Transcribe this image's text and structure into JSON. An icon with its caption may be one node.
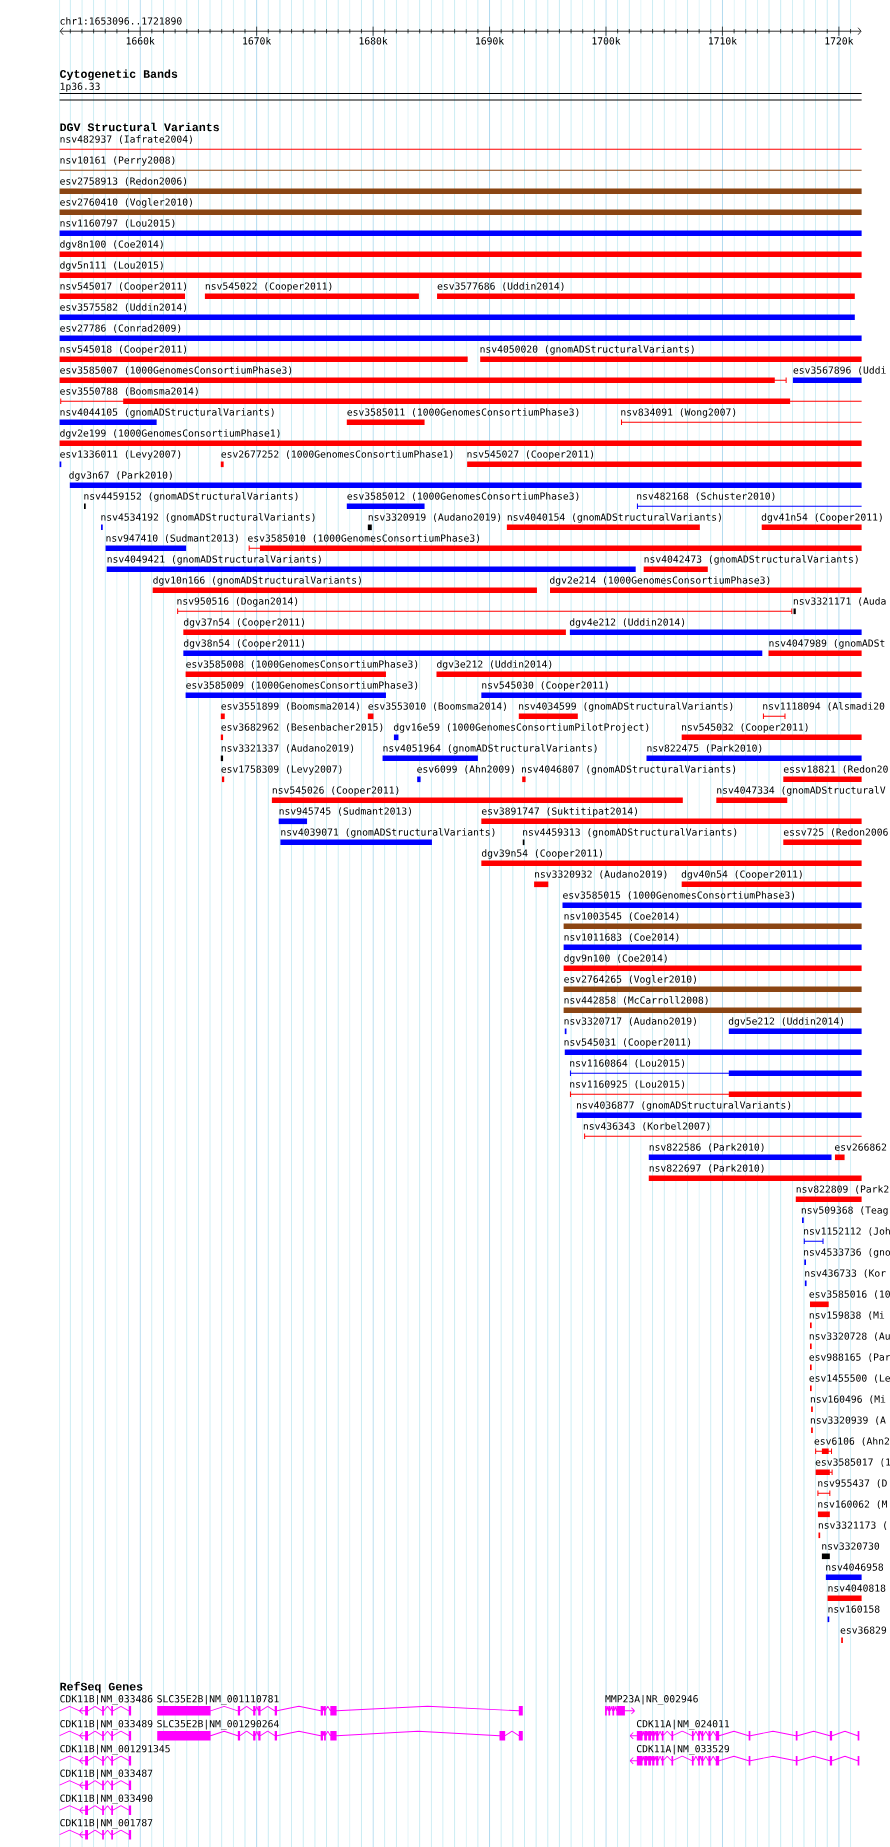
{
  "diagram": {
    "nodes": [
      {
        "text": [
          "1p36.33"
        ]
      },
      {
        "text": [
          "nsv482937 (Iafrate2004)"
        ]
      },
      {
        "text": [
          "nsv10161 (Perry2008)"
        ]
      },
      {
        "text": [
          "esv2758913 (Redon2006)"
        ]
      },
      {
        "text": [
          "esv2760410 (Vogler2010)"
        ]
      },
      {
        "text": [
          "nsv1160797 (Lou2015)"
        ]
      },
      {
        "text": [
          "dgv8n100 (Coe2014)"
        ]
      },
      {
        "text": [
          "dgv5n111 (Lou2015)"
        ]
      },
      {
        "text": [
          "nsv545017 (Cooper2011)"
        ]
      },
      {
        "text": [
          "nsv545022 (Cooper2011)"
        ]
      },
      {
        "text": [
          "esv3577686 (Uddin2014)"
        ]
      },
      {
        "text": [
          "esv3575582 (Uddin2014)"
        ]
      },
      {
        "text": [
          "esv27786 (Conrad2009)"
        ]
      },
      {
        "text": [
          "nsv545018 (Cooper2011)"
        ]
      },
      {
        "text": [
          "nsv4050020 (gnomADStructuralVariants)"
        ]
      },
      {
        "text": [
          "esv3585007 (1000GenomesConsortiumPhase3)"
        ]
      },
      {
        "text": [
          "esv3567896 (Uddi"
        ]
      },
      {
        "text": [
          "esv3550788 (Boomsma2014)"
        ]
      },
      {
        "text": [
          "nsv4044105 (gnomADStructuralVariants)"
        ]
      },
      {
        "text": [
          "esv3585011 (1000GenomesConsortiumPhase3)"
        ]
      },
      {
        "text": [
          "nsv834091 (Wong2007)"
        ]
      },
      {
        "text": [
          "dgv2e199 (1000GenomesConsortiumPhase1)"
        ]
      },
      {
        "text": [
          "esv1336011 (Levy2007)"
        ]
      },
      {
        "text": [
          "esv2677252 (1000GenomesConsortiumPhase1)"
        ]
      },
      {
        "text": [
          "nsv545027 (Cooper2011)"
        ]
      },
      {
        "text": [
          "dgv3n67 (Park2010)"
        ]
      },
      {
        "text": [
          "nsv4459152 (gnomADStructuralVariants)"
        ]
      },
      {
        "text": [
          "esv3585012 (1000GenomesConsortiumPhase3)"
        ]
      },
      {
        "text": [
          "nsv482168 (Schuster2010)"
        ]
      },
      {
        "text": [
          "nsv4534192 (gnomADStructuralVariants)"
        ]
      },
      {
        "text": [
          "nsv3320919 (Audano2019)"
        ]
      },
      {
        "text": [
          "nsv4040154 (gnomADStructuralVariants)"
        ]
      },
      {
        "text": [
          "dgv41n54 (Cooper2011)"
        ]
      },
      {
        "text": [
          "nsv947410 (Sudmant2013)"
        ]
      },
      {
        "text": [
          "esv3585010 (1000GenomesConsortiumPhase3)"
        ]
      },
      {
        "text": [
          "nsv4049421 (gnomADStructuralVariants)"
        ]
      },
      {
        "text": [
          "nsv4042473 (gnomADStructuralVariants)"
        ]
      },
      {
        "text": [
          "dgv10n166 (gnomADStructuralVariants)"
        ]
      },
      {
        "text": [
          "dgv2e214 (1000GenomesConsortiumPhase3)"
        ]
      },
      {
        "text": [
          "nsv950516 (Dogan2014)"
        ]
      },
      {
        "text": [
          "nsv3321171 (Auda"
        ]
      },
      {
        "text": [
          "dgv37n54 (Cooper2011)"
        ]
      },
      {
        "text": [
          "dgv4e212 (Uddin2014)"
        ]
      },
      {
        "text": [
          "dgv38n54 (Cooper2011)"
        ]
      },
      {
        "text": [
          "nsv4047989 (gnomADSt"
        ]
      },
      {
        "text": [
          "esv3585008 (1000GenomesConsortiumPhase3)"
        ]
      },
      {
        "text": [
          "dgv3e212 (Uddin2014)"
        ]
      },
      {
        "text": [
          "esv3585009 (1000GenomesConsortiumPhase3)"
        ]
      },
      {
        "text": [
          "nsv545030 (Cooper2011)"
        ]
      },
      {
        "text": [
          "esv3551899 (Boomsma2014)"
        ]
      },
      {
        "text": [
          "esv3553010 (Boomsma2014)"
        ]
      },
      {
        "text": [
          "nsv4034599 (gnomADStructuralVariants)"
        ]
      },
      {
        "text": [
          "nsv1118094 (Alsmadi20"
        ]
      },
      {
        "text": [
          "esv3682962 (Besenbacher2015)"
        ]
      },
      {
        "text": [
          "dgv16e59 (1000GenomesConsortiumPilotProject)"
        ]
      },
      {
        "text": [
          "nsv545032 (Cooper2011)"
        ]
      },
      {
        "text": [
          "nsv3321337 (Audano2019)"
        ]
      },
      {
        "text": [
          "nsv4051964 (gnomADStructuralVariants)"
        ]
      },
      {
        "text": [
          "nsv822475 (Park2010)"
        ]
      },
      {
        "text": [
          "esv1758309 (Levy2007)"
        ]
      },
      {
        "text": [
          "esv6099 (Ahn2009)"
        ]
      },
      {
        "text": [
          "nsv4046807 (gnomADStructuralVariants)"
        ]
      },
      {
        "text": [
          "essv18821 (Redon20"
        ]
      },
      {
        "text": [
          "nsv545026 (Cooper2011)"
        ]
      },
      {
        "text": [
          "nsv4047334 (gnomADStructuralV"
        ]
      },
      {
        "text": [
          "nsv945745 (Sudmant2013)"
        ]
      },
      {
        "text": [
          "esv3891747 (Suktitipat2014)"
        ]
      },
      {
        "text": [
          "nsv4039071 (gnomADStructuralVariants)"
        ]
      },
      {
        "text": [
          "nsv4459313 (gnomADStructuralVariants)"
        ]
      },
      {
        "text": [
          "essv725 (Redon2006"
        ]
      },
      {
        "text": [
          "dgv39n54 (Cooper2011)"
        ]
      },
      {
        "text": [
          "nsv3320932 (Audano2019)"
        ]
      },
      {
        "text": [
          "dgv40n54 (Cooper2011)"
        ]
      },
      {
        "text": [
          "esv3585015 (1000GenomesConsortiumPhase3)"
        ]
      },
      {
        "text": [
          "nsv1003545 (Coe2014)"
        ]
      },
      {
        "text": [
          "nsv1011683 (Coe2014)"
        ]
      },
      {
        "text": [
          "dgv9n100 (Coe2014)"
        ]
      },
      {
        "text": [
          "esv2764265 (Vogler2010)"
        ]
      },
      {
        "text": [
          "nsv442858 (McCarroll2008)"
        ]
      },
      {
        "text": [
          "nsv3320717 (Audano2019)"
        ]
      },
      {
        "text": [
          "dgv5e212 (Uddin2014)"
        ]
      },
      {
        "text": [
          "nsv545031 (Cooper2011)"
        ]
      },
      {
        "text": [
          "nsv1160864 (Lou2015)"
        ]
      },
      {
        "text": [
          "nsv1160925 (Lou2015)"
        ]
      },
      {
        "text": [
          "nsv4036877 (gnomADStructuralVariants)"
        ]
      },
      {
        "text": [
          "nsv436343 (Korbel2007)"
        ]
      },
      {
        "text": [
          "nsv822586 (Park2010)"
        ]
      },
      {
        "text": [
          "esv266862"
        ]
      },
      {
        "text": [
          "nsv822697 (Park2010)"
        ]
      },
      {
        "text": [
          "nsv822809 (Park2"
        ]
      },
      {
        "text": [
          "nsv509368 (Teag"
        ]
      },
      {
        "text": [
          "nsv1152112 (Joh"
        ]
      },
      {
        "text": [
          "nsv4533736 (gno"
        ]
      },
      {
        "text": [
          "nsv436733 (Kor"
        ]
      },
      {
        "text": [
          "esv3585016 (10"
        ]
      },
      {
        "text": [
          "nsv159838 (Mi"
        ]
      },
      {
        "text": [
          "nsv3320728 (Au"
        ]
      },
      {
        "text": [
          "esv988165 (Par"
        ]
      },
      {
        "text": [
          "esv1455500 (Le"
        ]
      },
      {
        "text": [
          "nsv160496 (Mi"
        ]
      },
      {
        "text": [
          "nsv3320939 (A"
        ]
      },
      {
        "text": [
          "esv6106 (Ahn2"
        ]
      },
      {
        "text": [
          "esv3585017 (1"
        ]
      },
      {
        "text": [
          "nsv955437 (D"
        ]
      },
      {
        "text": [
          "nsv160062 (M"
        ]
      },
      {
        "text": [
          "nsv3321173 ("
        ]
      },
      {
        "text": [
          "nsv3320730"
        ]
      },
      {
        "text": [
          "nsv4046958"
        ]
      },
      {
        "text": [
          "nsv4040818"
        ]
      },
      {
        "text": [
          "nsv160158"
        ]
      },
      {
        "text": [
          "esv36829"
        ]
      },
      {
        "text": [
          "CDK11B|NM_033486"
        ]
      },
      {
        "text": [
          "SLC35E2B|NM_001110781"
        ]
      },
      {
        "text": [
          "MMP23A|NR_002946"
        ]
      },
      {
        "text": [
          "CDK11B|NM_033489"
        ]
      },
      {
        "text": [
          "SLC35E2B|NM_001290264"
        ]
      },
      {
        "text": [
          "CDK11A|NM_024011"
        ]
      },
      {
        "text": [
          "CDK11B|NM_001291345"
        ]
      },
      {
        "text": [
          "CDK11A|NM_033529"
        ]
      },
      {
        "text": [
          "CDK11B|NM_033487"
        ]
      },
      {
        "text": [
          "CDK11B|NM_033490"
        ]
      },
      {
        "text": [
          "CDK11B|NM_001787"
        ]
      }
    ],
    "labels": [
      "chr1:1653096..1721890",
      "1660k",
      "1670k",
      "1680k",
      "1690k",
      "1700k",
      "1710k",
      "1720k",
      "Cytogenetic Bands",
      "DGV Structural Variants",
      "RefSeq Genes"
    ]
  }
}
